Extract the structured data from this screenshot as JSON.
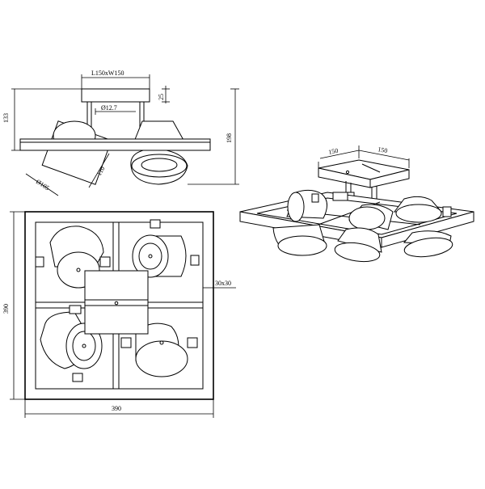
{
  "diagram": {
    "labels": {
      "base_plate": "L150xW150",
      "stem_diameter": "Ø12.7",
      "plate_thickness": "25",
      "total_height_left": "133",
      "arm_length": "110",
      "shade_diameter": "Ø105",
      "side_height": "198",
      "iso_width_left": "150",
      "iso_width_right": "150",
      "frame_height": "390",
      "frame_width": "390",
      "bar_section": "30x30"
    }
  }
}
